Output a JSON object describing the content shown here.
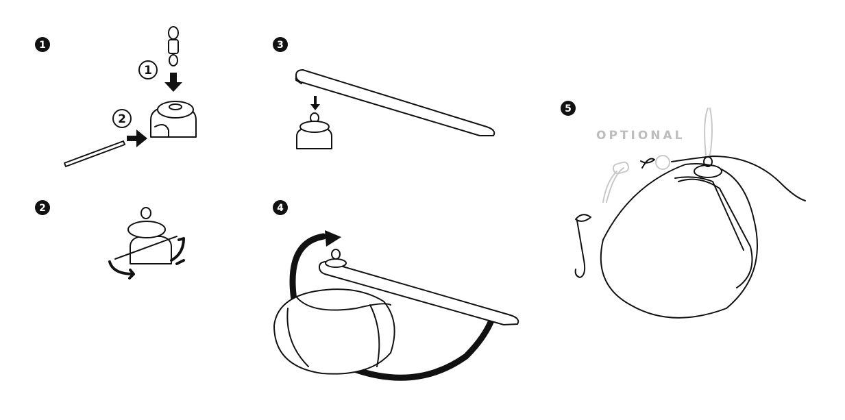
{
  "steps": [
    {
      "number": "1"
    },
    {
      "number": "2"
    },
    {
      "number": "3"
    },
    {
      "number": "4"
    },
    {
      "number": "5"
    }
  ],
  "substeps": [
    "1",
    "2"
  ],
  "optional_label": "OPTIONAL",
  "colors": {
    "ink": "#111111",
    "optional": "#bdbdbd",
    "background": "#ffffff"
  }
}
